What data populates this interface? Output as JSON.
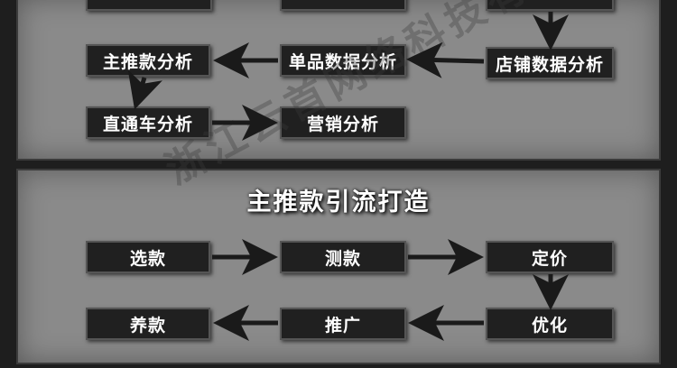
{
  "top_section": {
    "row0": [
      "",
      "",
      ""
    ],
    "row1": [
      "主推款分析",
      "单品数据分析",
      "店铺数据分析"
    ],
    "row2": [
      "直通车分析",
      "营销分析"
    ]
  },
  "bottom_section": {
    "title": "主推款引流打造",
    "row1": [
      "选款",
      "测款",
      "定价"
    ],
    "row2": [
      "养款",
      "推广",
      "优化"
    ]
  },
  "watermark": "浙江云首网络科技有限公司",
  "colors": {
    "panel": "#8a8a8a",
    "box": "#202020",
    "background": "#1e1e1e",
    "arrow": "#1a1a1a"
  }
}
